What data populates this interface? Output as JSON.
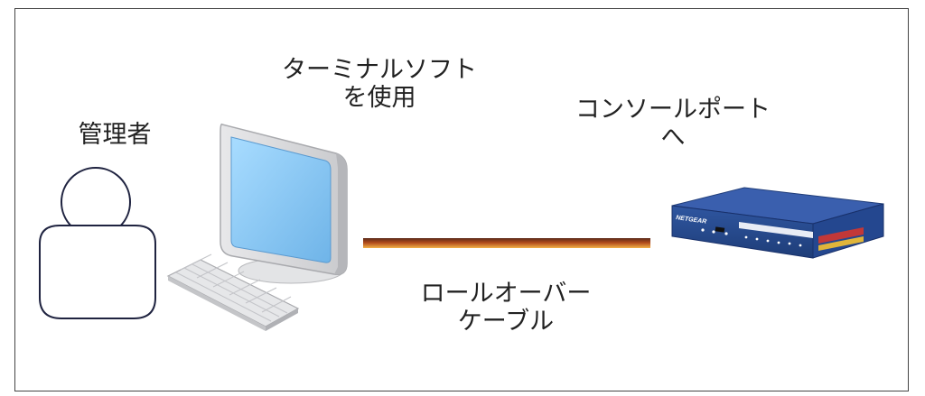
{
  "labels": {
    "admin": "管理者",
    "terminal_line1": "ターミナルソフト",
    "terminal_line2": "を使用",
    "console_line1": "コンソールポート",
    "console_line2": "へ",
    "cable_line1": "ロールオーバー",
    "cable_line2": "ケーブル"
  },
  "device": {
    "brand": "NETGEAR"
  },
  "colors": {
    "frame": "#444444",
    "monitor_screen": "#8cc8f0",
    "router_body": "#2a4a8c",
    "cable_top": "#5a2a1a",
    "cable_bottom": "#f3b048"
  },
  "icons": [
    "person-icon",
    "monitor-icon",
    "keyboard-icon",
    "router-icon"
  ]
}
